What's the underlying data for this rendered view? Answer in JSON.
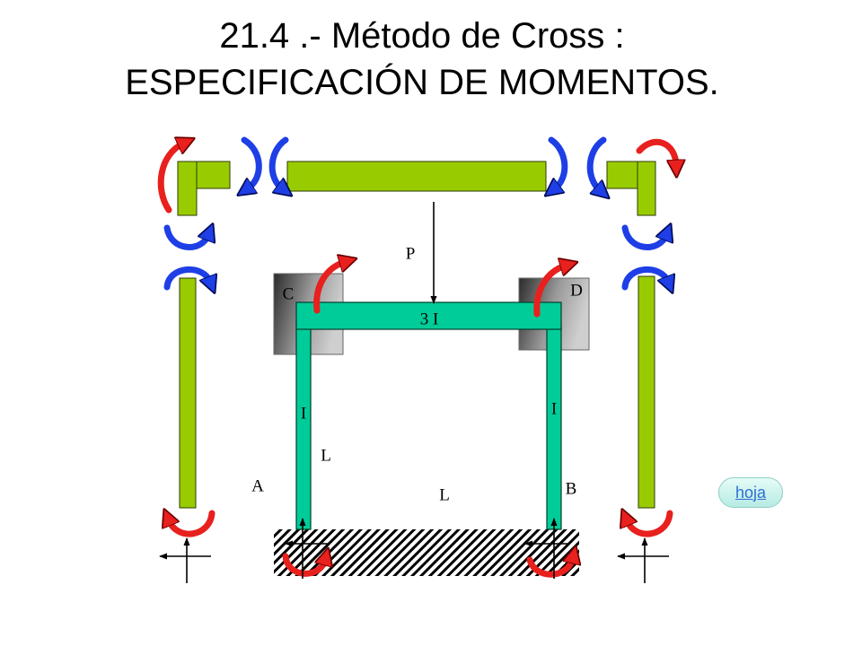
{
  "title": {
    "line1": "21.4 .- Método de Cross :",
    "line2": "ESPECIFICACIÓN DE MOMENTOS."
  },
  "diagram": {
    "labels": {
      "load": "P",
      "node_c": "C",
      "node_d": "D",
      "beam_inertia": "3 I",
      "col_left_inertia": "I",
      "col_right_inertia": "I",
      "col_length": "L",
      "support_a": "A",
      "support_b": "B",
      "beam_length": "L"
    },
    "colors": {
      "moment_red": "#E8201E",
      "moment_blue": "#1E3FE6",
      "member_green": "#99CC00",
      "frame_teal": "#00CC99"
    }
  },
  "nav": {
    "hoja_label": "hoja"
  }
}
